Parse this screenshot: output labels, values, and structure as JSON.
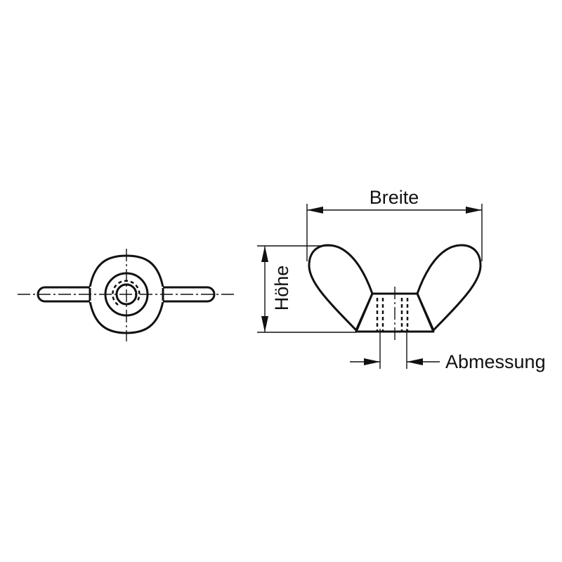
{
  "labels": {
    "width": "Breite",
    "height": "Höhe",
    "dimension": "Abmessung"
  }
}
